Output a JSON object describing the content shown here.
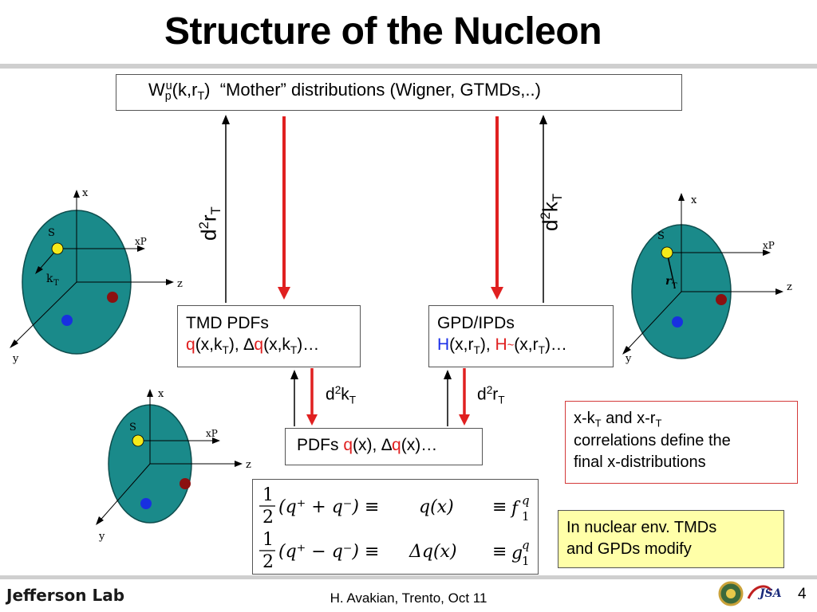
{
  "title": "Structure of the Nucleon",
  "mother": {
    "W": "W",
    "sub_p": "p",
    "sup_u": "u",
    "args_open": "(k,r",
    "sub_T": "T",
    "args_close": ")",
    "desc": "“Mother” distributions (Wigner, GTMDs,..)"
  },
  "tmd": {
    "line1": "TMD PDFs",
    "q": "q",
    "arg1": "(x,k",
    "sub1": "T",
    "mid": "), ",
    "delta": "∆",
    "q2": "q",
    "arg2": "(x,k",
    "sub2": "T",
    "end": ")…"
  },
  "gpd": {
    "line1": "GPD/IPDs",
    "H": "H",
    "arg1": "(x,r",
    "sub1": "T",
    "mid": "), ",
    "H2": "H",
    "tilde": "~",
    "arg2": "(x,r",
    "sub2": "T",
    "end": ")…"
  },
  "pdfs": {
    "label": "PDFs ",
    "q": "q",
    "arg": "(x), ",
    "delta": "∆",
    "q2": "q",
    "end": "(x)…"
  },
  "labels": {
    "d2rT_left": {
      "d": "d",
      "sup": "2",
      "r": "r",
      "sub": "T"
    },
    "d2kT_right": {
      "d": "d",
      "sup": "2",
      "k": "k",
      "sub": "T"
    },
    "d2kT_mid": {
      "d": "d",
      "sup": "2",
      "k": "k",
      "sub": "T"
    },
    "d2rT_mid": {
      "d": "d",
      "sup": "2",
      "r": "r",
      "sub": "T"
    }
  },
  "xk_box": {
    "a": "x-k",
    "sub1": "T",
    "b": " and x-r",
    "sub2": "T",
    "line2": "correlations define the",
    "line3": "final x-distributions"
  },
  "nuclear_box": {
    "line1": "In nuclear env. TMDs",
    "line2": "and GPDs  modify"
  },
  "formulas": {
    "half": "1",
    "two": "2",
    "row1_paren": "(q⁺ + q⁻)",
    "row1_equiv": "≡",
    "row1_mid": "q(x)",
    "row1_equiv2": "≡",
    "row1_f": "f",
    "row1_f_sup": "q",
    "row1_f_sub": "1",
    "row2_paren": "(q⁺ − q⁻)",
    "row2_equiv": "≡",
    "row2_mid": "Δq(x)",
    "row2_equiv2": "≡",
    "row2_g": "g",
    "row2_g_sup": "q",
    "row2_g_sub": "1"
  },
  "nucleon_left": {
    "x": "x",
    "xP": "xP",
    "z": "z",
    "y": "y",
    "S": "S",
    "kT": "k",
    "kT_sub": "T"
  },
  "nucleon_right": {
    "x": "x",
    "xP": "xP",
    "z": "z",
    "y": "y",
    "S": "S",
    "rT": "r",
    "rT_sub": "T"
  },
  "nucleon_bottom": {
    "x": "x",
    "xP": "xP",
    "z": "z",
    "y": "y",
    "S": "S"
  },
  "footer": {
    "logo": "Jefferson Lab",
    "credit": "H. Avakian, Trento, Oct 11",
    "jsa": "JSA",
    "page": "4"
  },
  "colors": {
    "red_arrow": "#e02020",
    "sphere_fill": "#1a8a8a",
    "yellow_quark": "#f5ea1a",
    "red_quark": "#8b1010",
    "blue_quark": "#1830e0",
    "yellow_box": "#ffffa8"
  }
}
